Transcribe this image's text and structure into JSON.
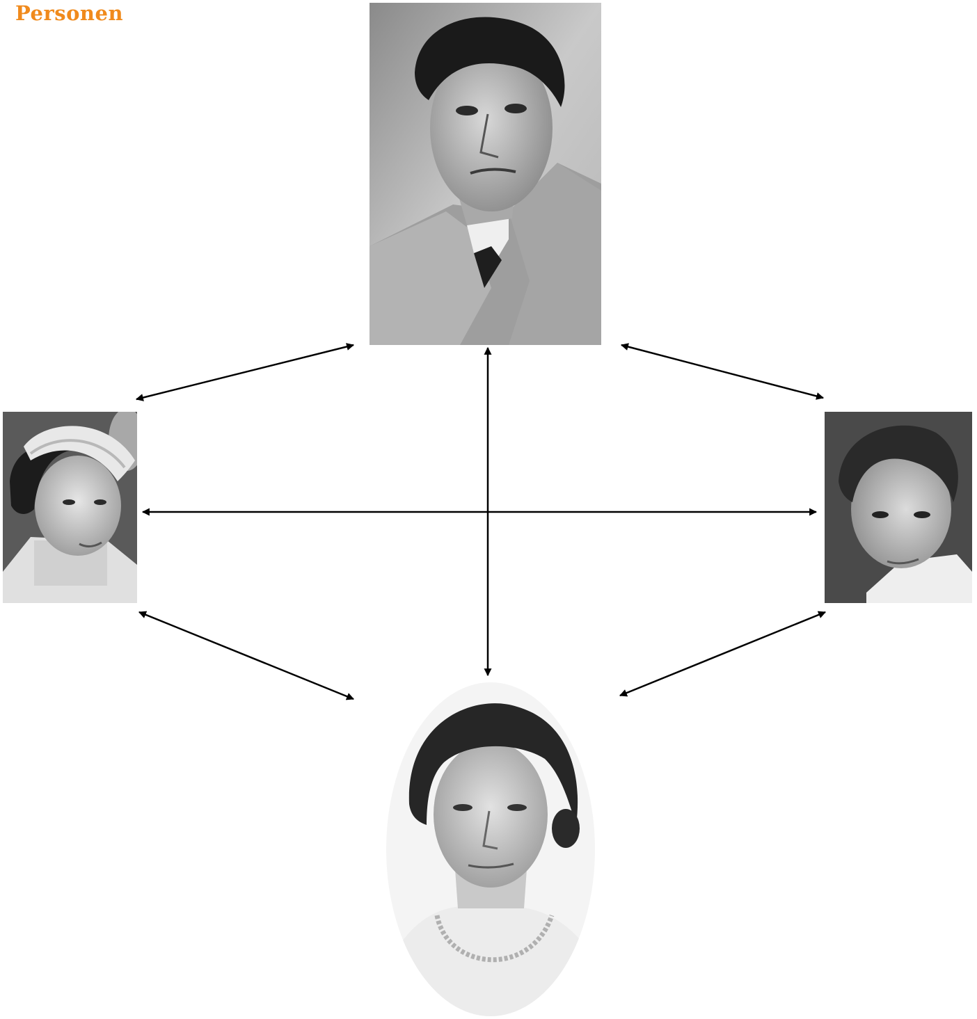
{
  "title": "Personen",
  "colors": {
    "title": "#f08a1c",
    "arrow": "#000000"
  },
  "portraits": [
    {
      "id": "man",
      "description_icon": "portrait-photo-icon"
    },
    {
      "id": "girl",
      "description_icon": "portrait-photo-icon"
    },
    {
      "id": "boy",
      "description_icon": "portrait-photo-icon"
    },
    {
      "id": "woman",
      "description_icon": "portrait-photo-icon"
    }
  ],
  "relations": [
    {
      "from": "man",
      "to": "girl"
    },
    {
      "from": "man",
      "to": "boy"
    },
    {
      "from": "man",
      "to": "woman"
    },
    {
      "from": "girl",
      "to": "boy"
    },
    {
      "from": "girl",
      "to": "woman"
    },
    {
      "from": "boy",
      "to": "woman"
    }
  ]
}
